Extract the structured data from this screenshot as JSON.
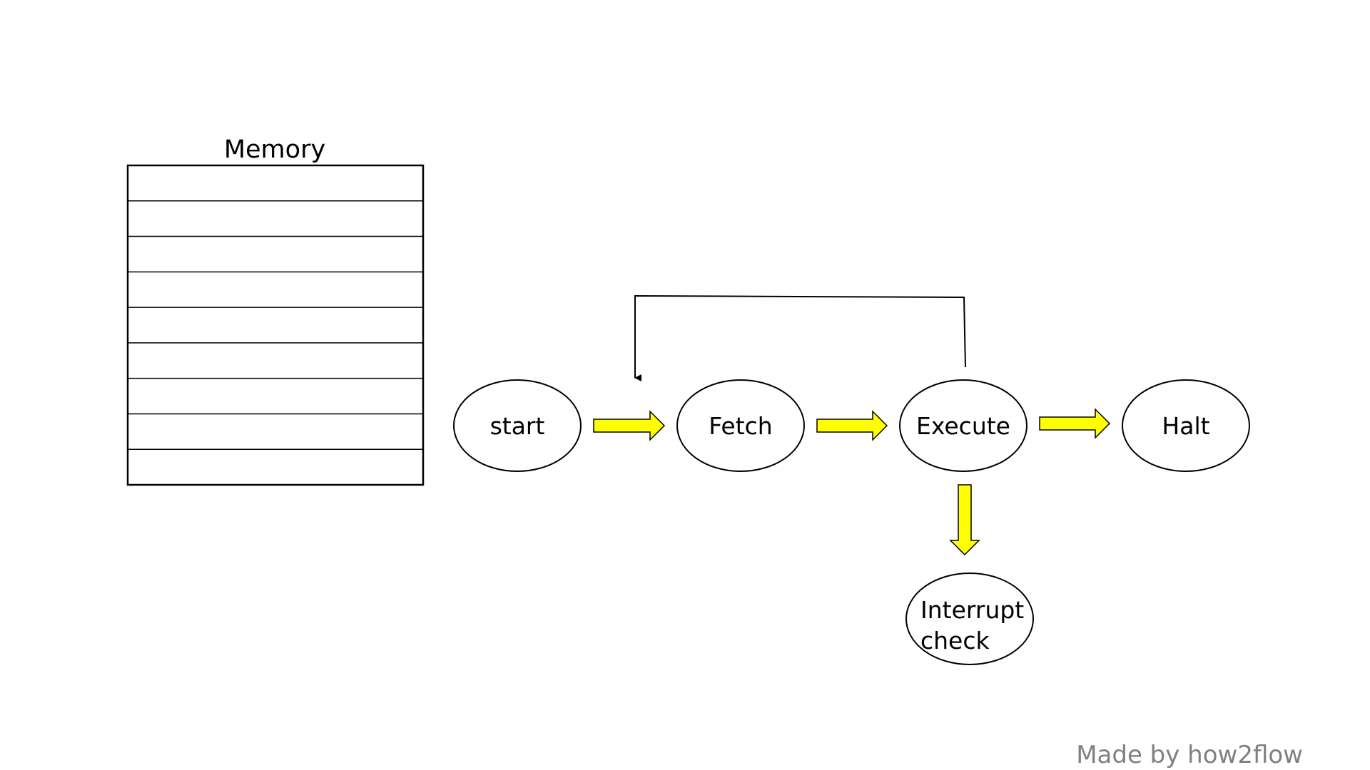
{
  "memory": {
    "title": "Memory",
    "slot_count": 9
  },
  "nodes": {
    "start": "start",
    "fetch": "Fetch",
    "execute": "Execute",
    "halt": "Halt",
    "interrupt_line1": "Interrupt",
    "interrupt_line2": "check"
  },
  "credit": "Made by how2flow",
  "colors": {
    "arrow_fill": "#FFFF00",
    "stroke": "#000000",
    "credit_text": "#808080"
  }
}
